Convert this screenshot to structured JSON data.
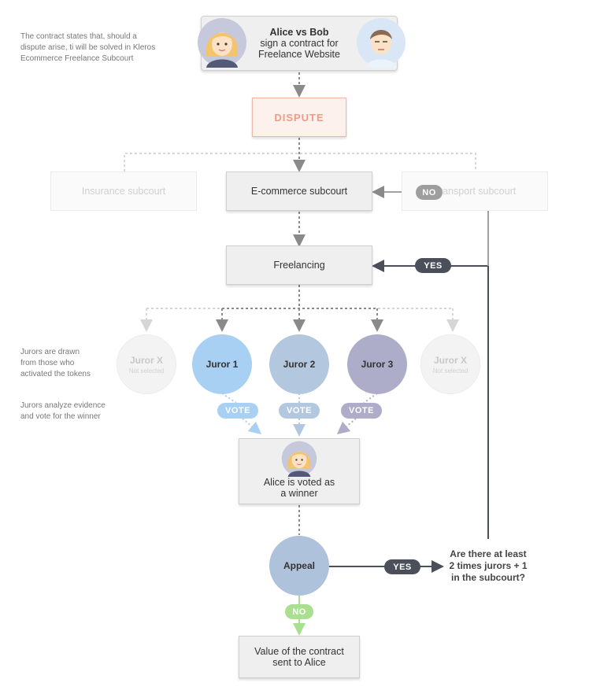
{
  "notes": {
    "contract": "The contract states that, should a dispute arise, ti will be solved in Kleros Ecommerce Freelance Subcourt",
    "jurors_drawn": "Jurors are drawn from those who activated the tokens",
    "jurors_analyze": "Jurors analyze evidence and vote for the winner"
  },
  "header": {
    "title": "Alice vs Bob",
    "line2": "sign a contract for",
    "line3": "Freelance Website"
  },
  "dispute": "DISPUTE",
  "subcourts": {
    "insurance": "Insurance subcourt",
    "ecommerce": "E-commerce subcourt",
    "transport": "Transport subcourt",
    "freelancing": "Freelancing"
  },
  "jurors": [
    {
      "label": "Juror X",
      "sub": "Not selected",
      "selected": false
    },
    {
      "label": "Juror 1",
      "sub": "",
      "selected": true,
      "color": "#a8d0f2"
    },
    {
      "label": "Juror 2",
      "sub": "",
      "selected": true,
      "color": "#b3c8df"
    },
    {
      "label": "Juror 3",
      "sub": "",
      "selected": true,
      "color": "#aeadc9"
    },
    {
      "label": "Juror X",
      "sub": "Not selected",
      "selected": false
    }
  ],
  "votes": [
    "VOTE",
    "VOTE",
    "VOTE"
  ],
  "winner": {
    "line1": "Alice is voted as",
    "line2": "a winner"
  },
  "appeal": "Appeal",
  "appeal_yes": "YES",
  "appeal_no": "NO",
  "question": {
    "line1": "Are there at least",
    "line2": "2 times jurors + 1",
    "line3": "in the subcourt?"
  },
  "answer_yes": "YES",
  "answer_no": "NO",
  "result": {
    "line1": "Value of the contract",
    "line2": "sent to Alice"
  },
  "colors": {
    "dark_pill": "#4a4f5a",
    "gray_pill": "#9e9e9e",
    "green_pill": "#a9df8f",
    "vote1": "#a8d0f2",
    "vote2": "#b3c8df",
    "vote3": "#aeadc9",
    "appeal": "#aec2db"
  },
  "icons": {
    "alice": "alice-avatar-icon",
    "bob": "bob-avatar-icon"
  }
}
